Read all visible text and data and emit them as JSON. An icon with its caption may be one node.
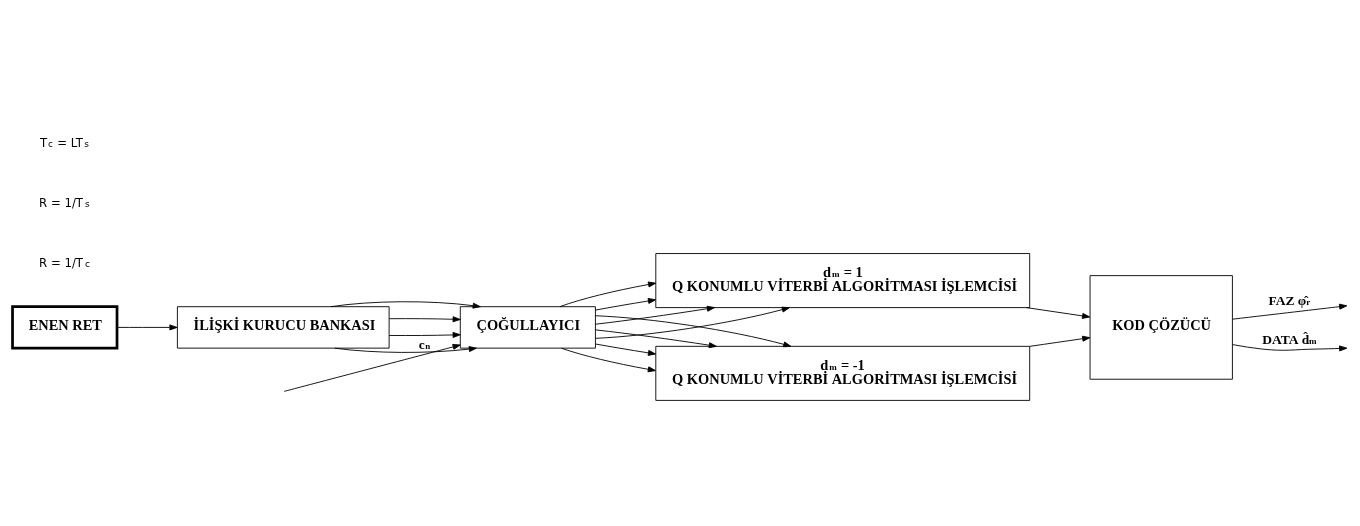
{
  "diagram": {
    "nodes": [
      {
        "text": [
          "ENEN RET"
        ]
      },
      {
        "text": [
          "İLİŞKİ KURUCU BANKASI"
        ]
      },
      {
        "text": [
          "ÇOĞULLAYICI"
        ]
      },
      {
        "text": [
          "d$_{m}$ = 1",
          "Q KONUMLU VİTERBİ ALGORİTMASI İŞLEMCİSİ"
        ]
      },
      {
        "text": [
          "d$_{m}$ = -1",
          "Q KONUMLU VİTERBİ ALGORİTMASI İŞLEMCİSİ"
        ]
      },
      {
        "text": [
          "KOD ÇÖZÜCÜ"
        ]
      }
    ],
    "edges": [
      {
        "from": 0,
        "to": 1,
        "arrow": "to"
      },
      {
        "from": 1,
        "to": 2,
        "arrow": "to"
      },
      {
        "from": 1,
        "to": 2,
        "arrow": "to"
      },
      {
        "from": 1,
        "to": 2,
        "arrow": "to"
      },
      {
        "from": 1,
        "to": 2,
        "arrow": "to"
      },
      {
        "from": null,
        "to": 2,
        "arrow": "to",
        "label": "c$_{n}$"
      },
      {
        "from": 2,
        "to": 3,
        "arrow": "to"
      },
      {
        "from": 2,
        "to": 3,
        "arrow": "to"
      },
      {
        "from": 2,
        "to": 3,
        "arrow": "to"
      },
      {
        "from": 2,
        "to": 3,
        "arrow": "to"
      },
      {
        "from": 2,
        "to": 4,
        "arrow": "to"
      },
      {
        "from": 2,
        "to": 4,
        "arrow": "to"
      },
      {
        "from": 2,
        "to": 4,
        "arrow": "to"
      },
      {
        "from": 2,
        "to": 4,
        "arrow": "to"
      },
      {
        "from": 3,
        "to": 5,
        "arrow": "to"
      },
      {
        "from": 4,
        "to": 5,
        "arrow": "to"
      },
      {
        "from": 5,
        "to": null,
        "arrow": "to",
        "label": "FAZ φ̂$_{r}$"
      },
      {
        "from": 5,
        "to": null,
        "arrow": "to",
        "label": "DATA d̂$_{m}$"
      }
    ],
    "labels": [
      "R = 1/T$_{c}$",
      "R = 1/T$_{s}$",
      "T$_{c}$ = LT$_{s}$"
    ]
  }
}
